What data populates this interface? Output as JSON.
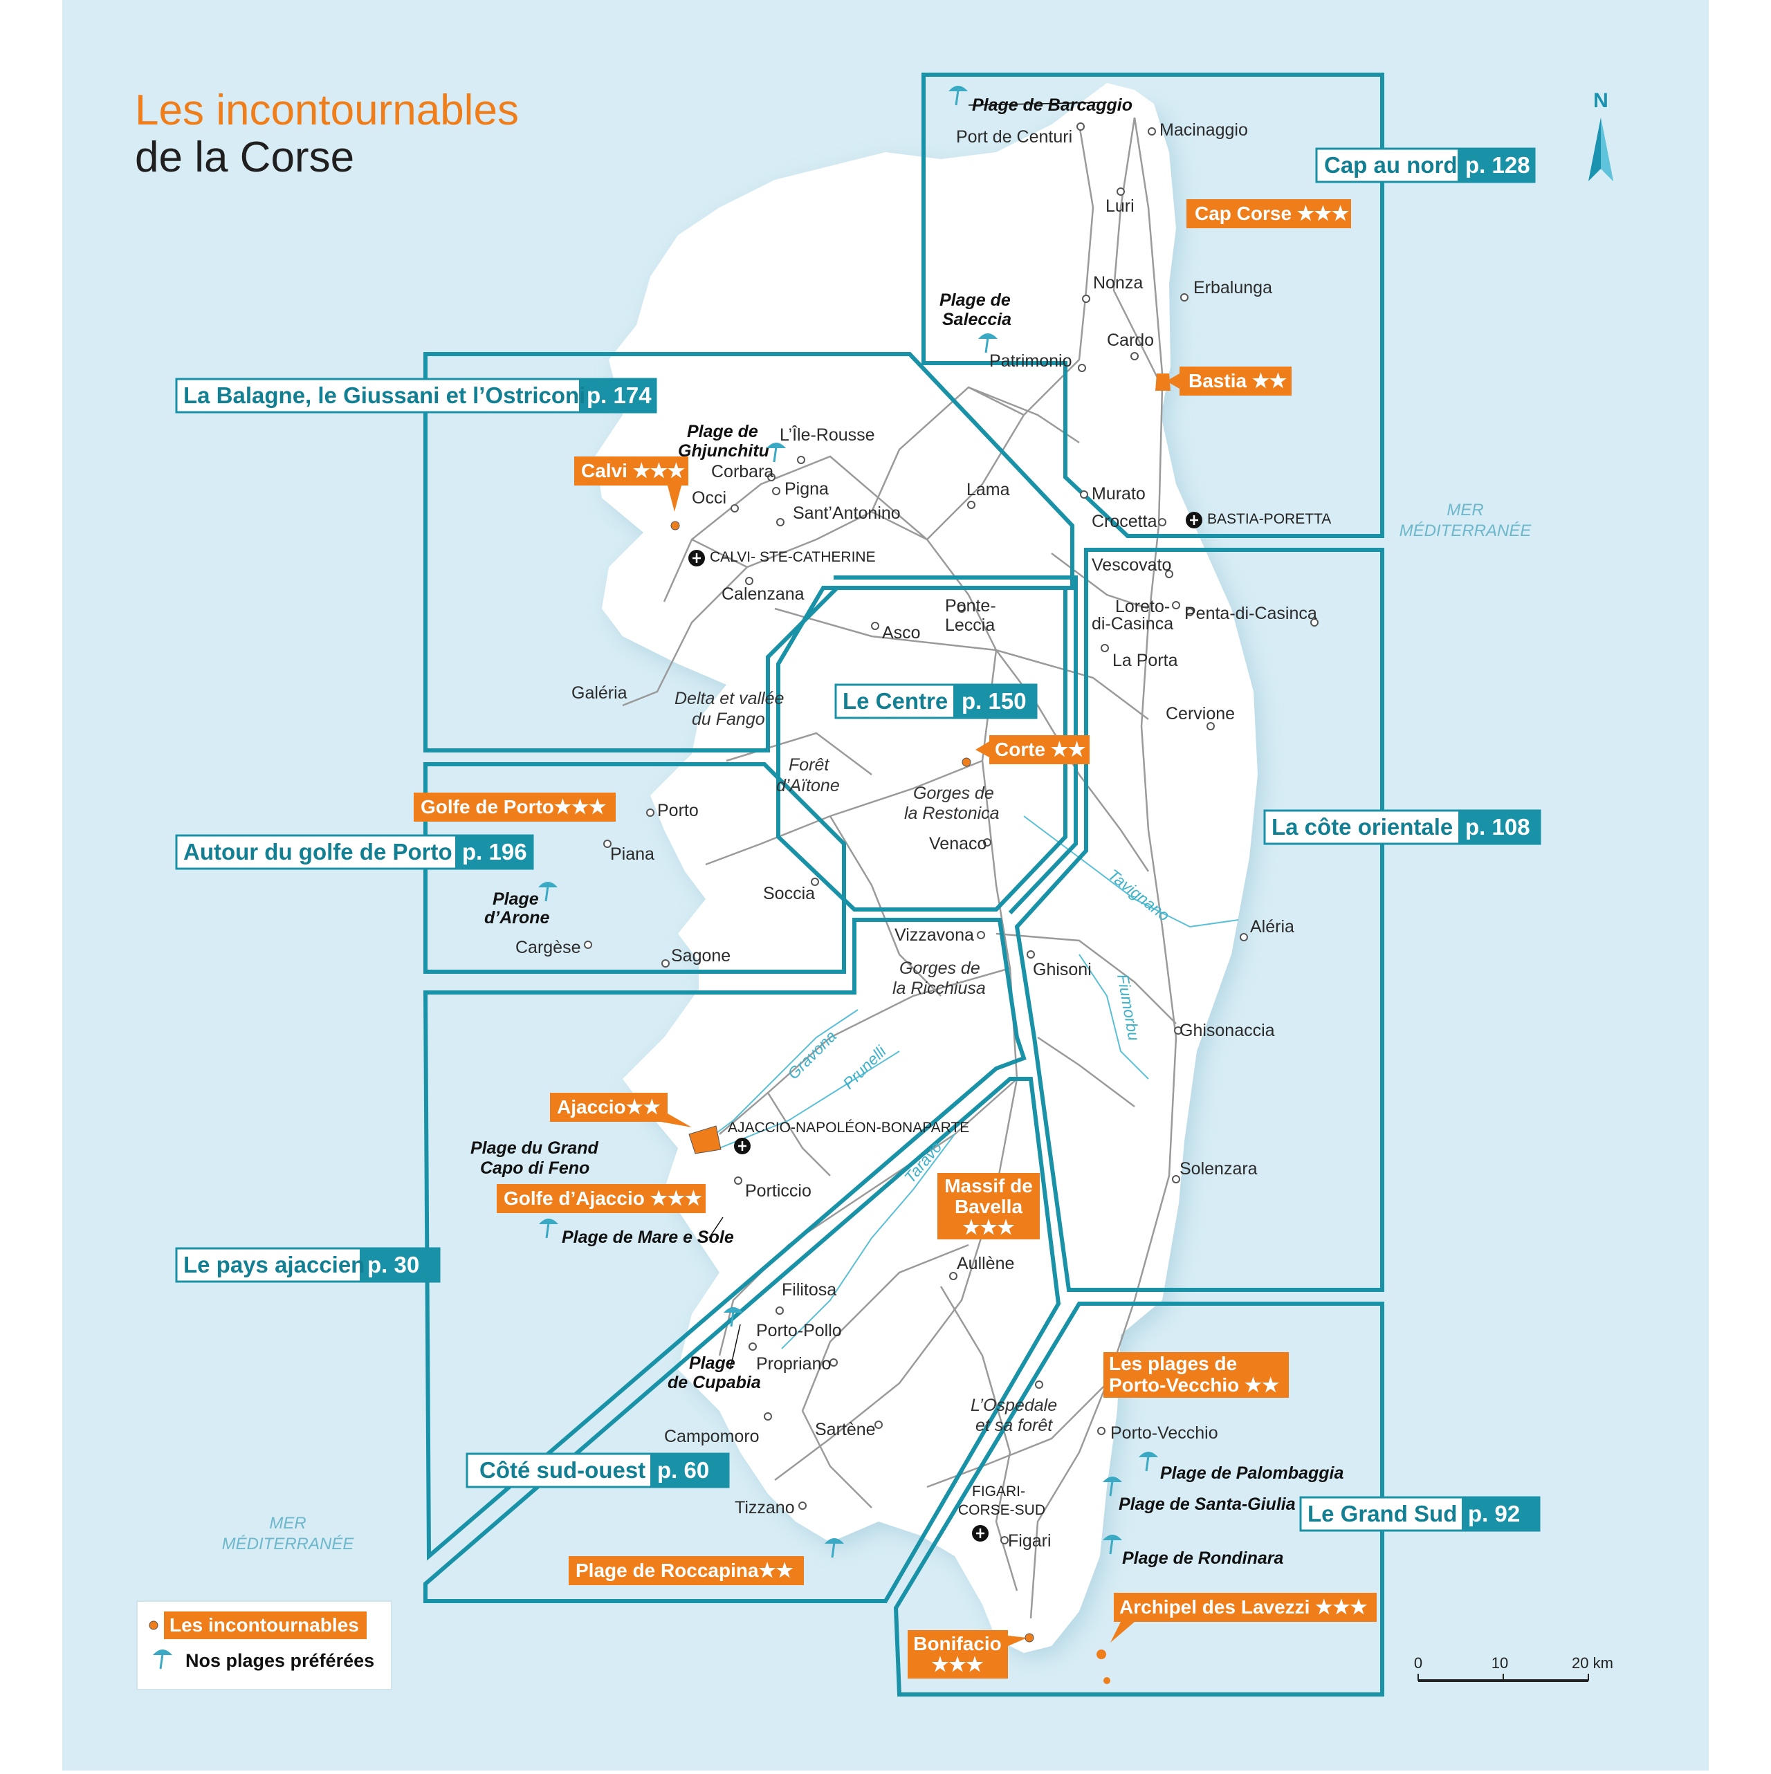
{
  "title": {
    "line1": "Les incontournables",
    "line2": "de la Corse"
  },
  "north_label": "N",
  "seas": [
    {
      "id": "sea-east",
      "line1": "MER",
      "line2": "MÉDITERRANÉE"
    },
    {
      "id": "sea-west",
      "line1": "MER",
      "line2": "MÉDITERRANÉE"
    }
  ],
  "regions": [
    {
      "id": "cap-nord",
      "name": "Cap au nord",
      "page": "p. 128"
    },
    {
      "id": "balagne",
      "name": "La Balagne, le Giussani et l’Ostriconi",
      "page": "p. 174"
    },
    {
      "id": "centre",
      "name": "Le Centre",
      "page": "p. 150"
    },
    {
      "id": "porto",
      "name": "Autour du golfe de Porto",
      "page": "p. 196"
    },
    {
      "id": "orientale",
      "name": "La côte orientale",
      "page": "p. 108"
    },
    {
      "id": "ajaccien",
      "name": "Le pays ajaccien",
      "page": "p. 30"
    },
    {
      "id": "sud-ouest",
      "name": "Côté sud-ouest",
      "page": "p. 60"
    },
    {
      "id": "grand-sud",
      "name": "Le Grand Sud",
      "page": "p. 92"
    }
  ],
  "highlights": [
    {
      "id": "cap-corse",
      "name": "Cap Corse",
      "stars": "★★★"
    },
    {
      "id": "bastia",
      "name": "Bastia",
      "stars": "★★"
    },
    {
      "id": "calvi",
      "name": "Calvi",
      "stars": "★★★"
    },
    {
      "id": "corte",
      "name": "Corte",
      "stars": "★★"
    },
    {
      "id": "golfe-porto",
      "name": "Golfe de Porto",
      "stars": "★★★"
    },
    {
      "id": "ajaccio",
      "name": "Ajaccio",
      "stars": "★★"
    },
    {
      "id": "golfe-ajaccio",
      "name": "Golfe d’Ajaccio",
      "stars": "★★★"
    },
    {
      "id": "bavella",
      "line1": "Massif de",
      "line2": "Bavella",
      "stars": "★★★"
    },
    {
      "id": "porto-vecchio-plages",
      "line1": "Les plages de",
      "line2": "Porto-Vecchio",
      "stars": "★★"
    },
    {
      "id": "lavezzi",
      "name": "Archipel des Lavezzi",
      "stars": "★★★"
    },
    {
      "id": "roccapina",
      "name": "Plage de Roccapina",
      "stars": "★★"
    },
    {
      "id": "bonifacio",
      "name": "Bonifacio",
      "stars": "★★★"
    }
  ],
  "towns": [
    "Macinaggio",
    "Port de Centuri",
    "Luri",
    "Nonza",
    "Erbalunga",
    "Cardo",
    "Patrimonio",
    "Murato",
    "Crocetta",
    "L’Île-Rousse",
    "Corbara",
    "Pigna",
    "Occi",
    "Sant’Antonino",
    "Lama",
    "Calenzana",
    "Galéria",
    "Asco",
    "Ponte-",
    "Leccia",
    "Vescovato",
    "Loreto-",
    "di-Casinca",
    "Penta-di-Casinca",
    "La Porta",
    "Cervione",
    "Porto",
    "Piana",
    "Soccia",
    "Cargèse",
    "Sagone",
    "Venaco",
    "Vizzavona",
    "Ghisoni",
    "Aléria",
    "Ghisonaccia",
    "Porticcio",
    "Solenzara",
    "Aullène",
    "Filitosa",
    "Porto-Pollo",
    "Propriano",
    "Sartène",
    "Campomoro",
    "Tizzano",
    "Porto-Vecchio",
    "Figari"
  ],
  "beaches": {
    "barcaggio": "Plage de Barcaggio",
    "saleccia": [
      "Plage de",
      "Saleccia"
    ],
    "ghjunchitu": [
      "Plage de",
      "Ghjunchitu"
    ],
    "arone": [
      "Plage",
      "d’Arone"
    ],
    "capo_di_feno": [
      "Plage du Grand",
      "Capo di Feno"
    ],
    "mare_e_sole": "Plage de Mare e Sole",
    "cupabia": [
      "Plage",
      "de Cupabia"
    ],
    "palombaggia": "Plage de Palombaggia",
    "santa_giulia": "Plage de Santa-Giulia",
    "rondinara": "Plage de Rondinara"
  },
  "natural_sites": {
    "fango": [
      "Delta et vallée",
      "du Fango"
    ],
    "aitone": [
      "Forêt",
      "d’Aïtone"
    ],
    "restonica": [
      "Gorges de",
      "la Restonica"
    ],
    "ricchiusa": [
      "Gorges de",
      "la Ricchiusa"
    ],
    "ospedale": [
      "L’Ospedale",
      "et sa forêt"
    ]
  },
  "rivers": [
    "Tavignano",
    "Fiumorbu",
    "Gravona",
    "Prunelli",
    "Taravo"
  ],
  "airports": [
    "BASTIA-PORETTA",
    "CALVI- STE-CATHERINE",
    "AJACCIO-NAPOLÉON-BONAPARTE",
    [
      "FIGARI-",
      "CORSE-SUD"
    ]
  ],
  "legend": {
    "highlights_label": "Les incontournables",
    "beaches_label": "Nos plages préférées"
  },
  "scale": {
    "labels": [
      "0",
      "10",
      "20 km"
    ]
  },
  "colors": {
    "sea": "#d7ecf4",
    "land": "#ffffff",
    "frame": "#1992a8",
    "orange": "#ee7d1a",
    "road": "#8e8e8e"
  }
}
